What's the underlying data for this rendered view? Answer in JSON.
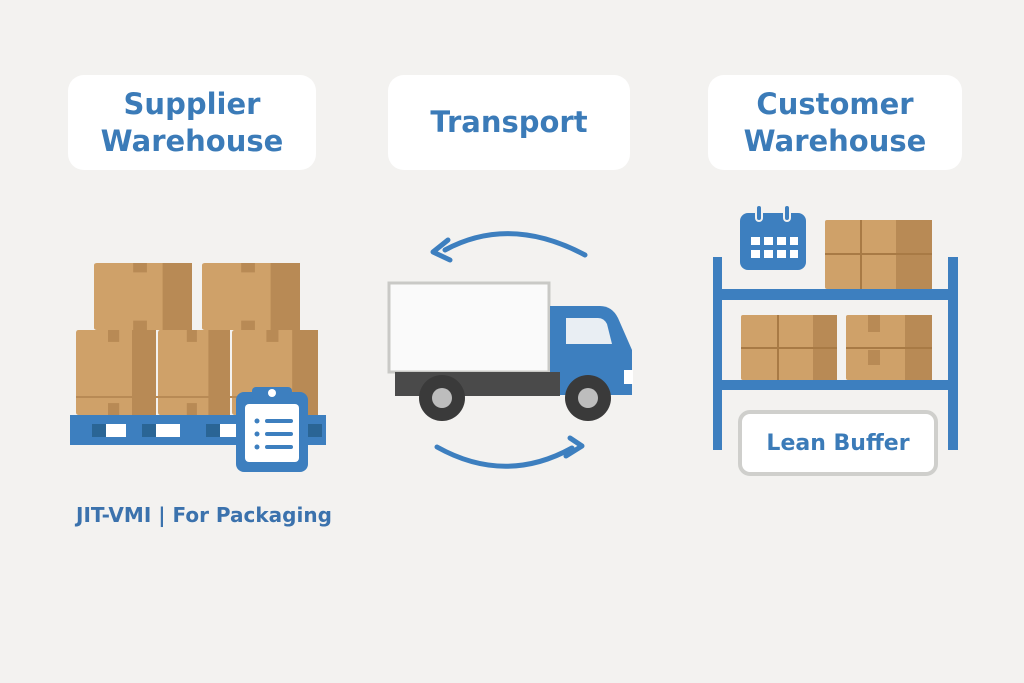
{
  "stages": [
    {
      "title": "Supplier Warehouse",
      "line1": "Supplier",
      "line2": "Warehouse"
    },
    {
      "title": "Transport"
    },
    {
      "title": "Customer Warehouse",
      "line1": "Customer",
      "line2": "Warehouse"
    }
  ],
  "supplier_caption": "JIT-VMI | For Packaging",
  "customer_label": "Lean Buffer",
  "colors": {
    "accent": "#3d7fbf",
    "box": "#c99a62",
    "background": "#f3f2f0"
  },
  "icons": [
    "clipboard-icon",
    "truck-icon",
    "cycle-arrows-icon",
    "calendar-icon",
    "shelf-icon",
    "box-icon",
    "pallet-icon"
  ]
}
